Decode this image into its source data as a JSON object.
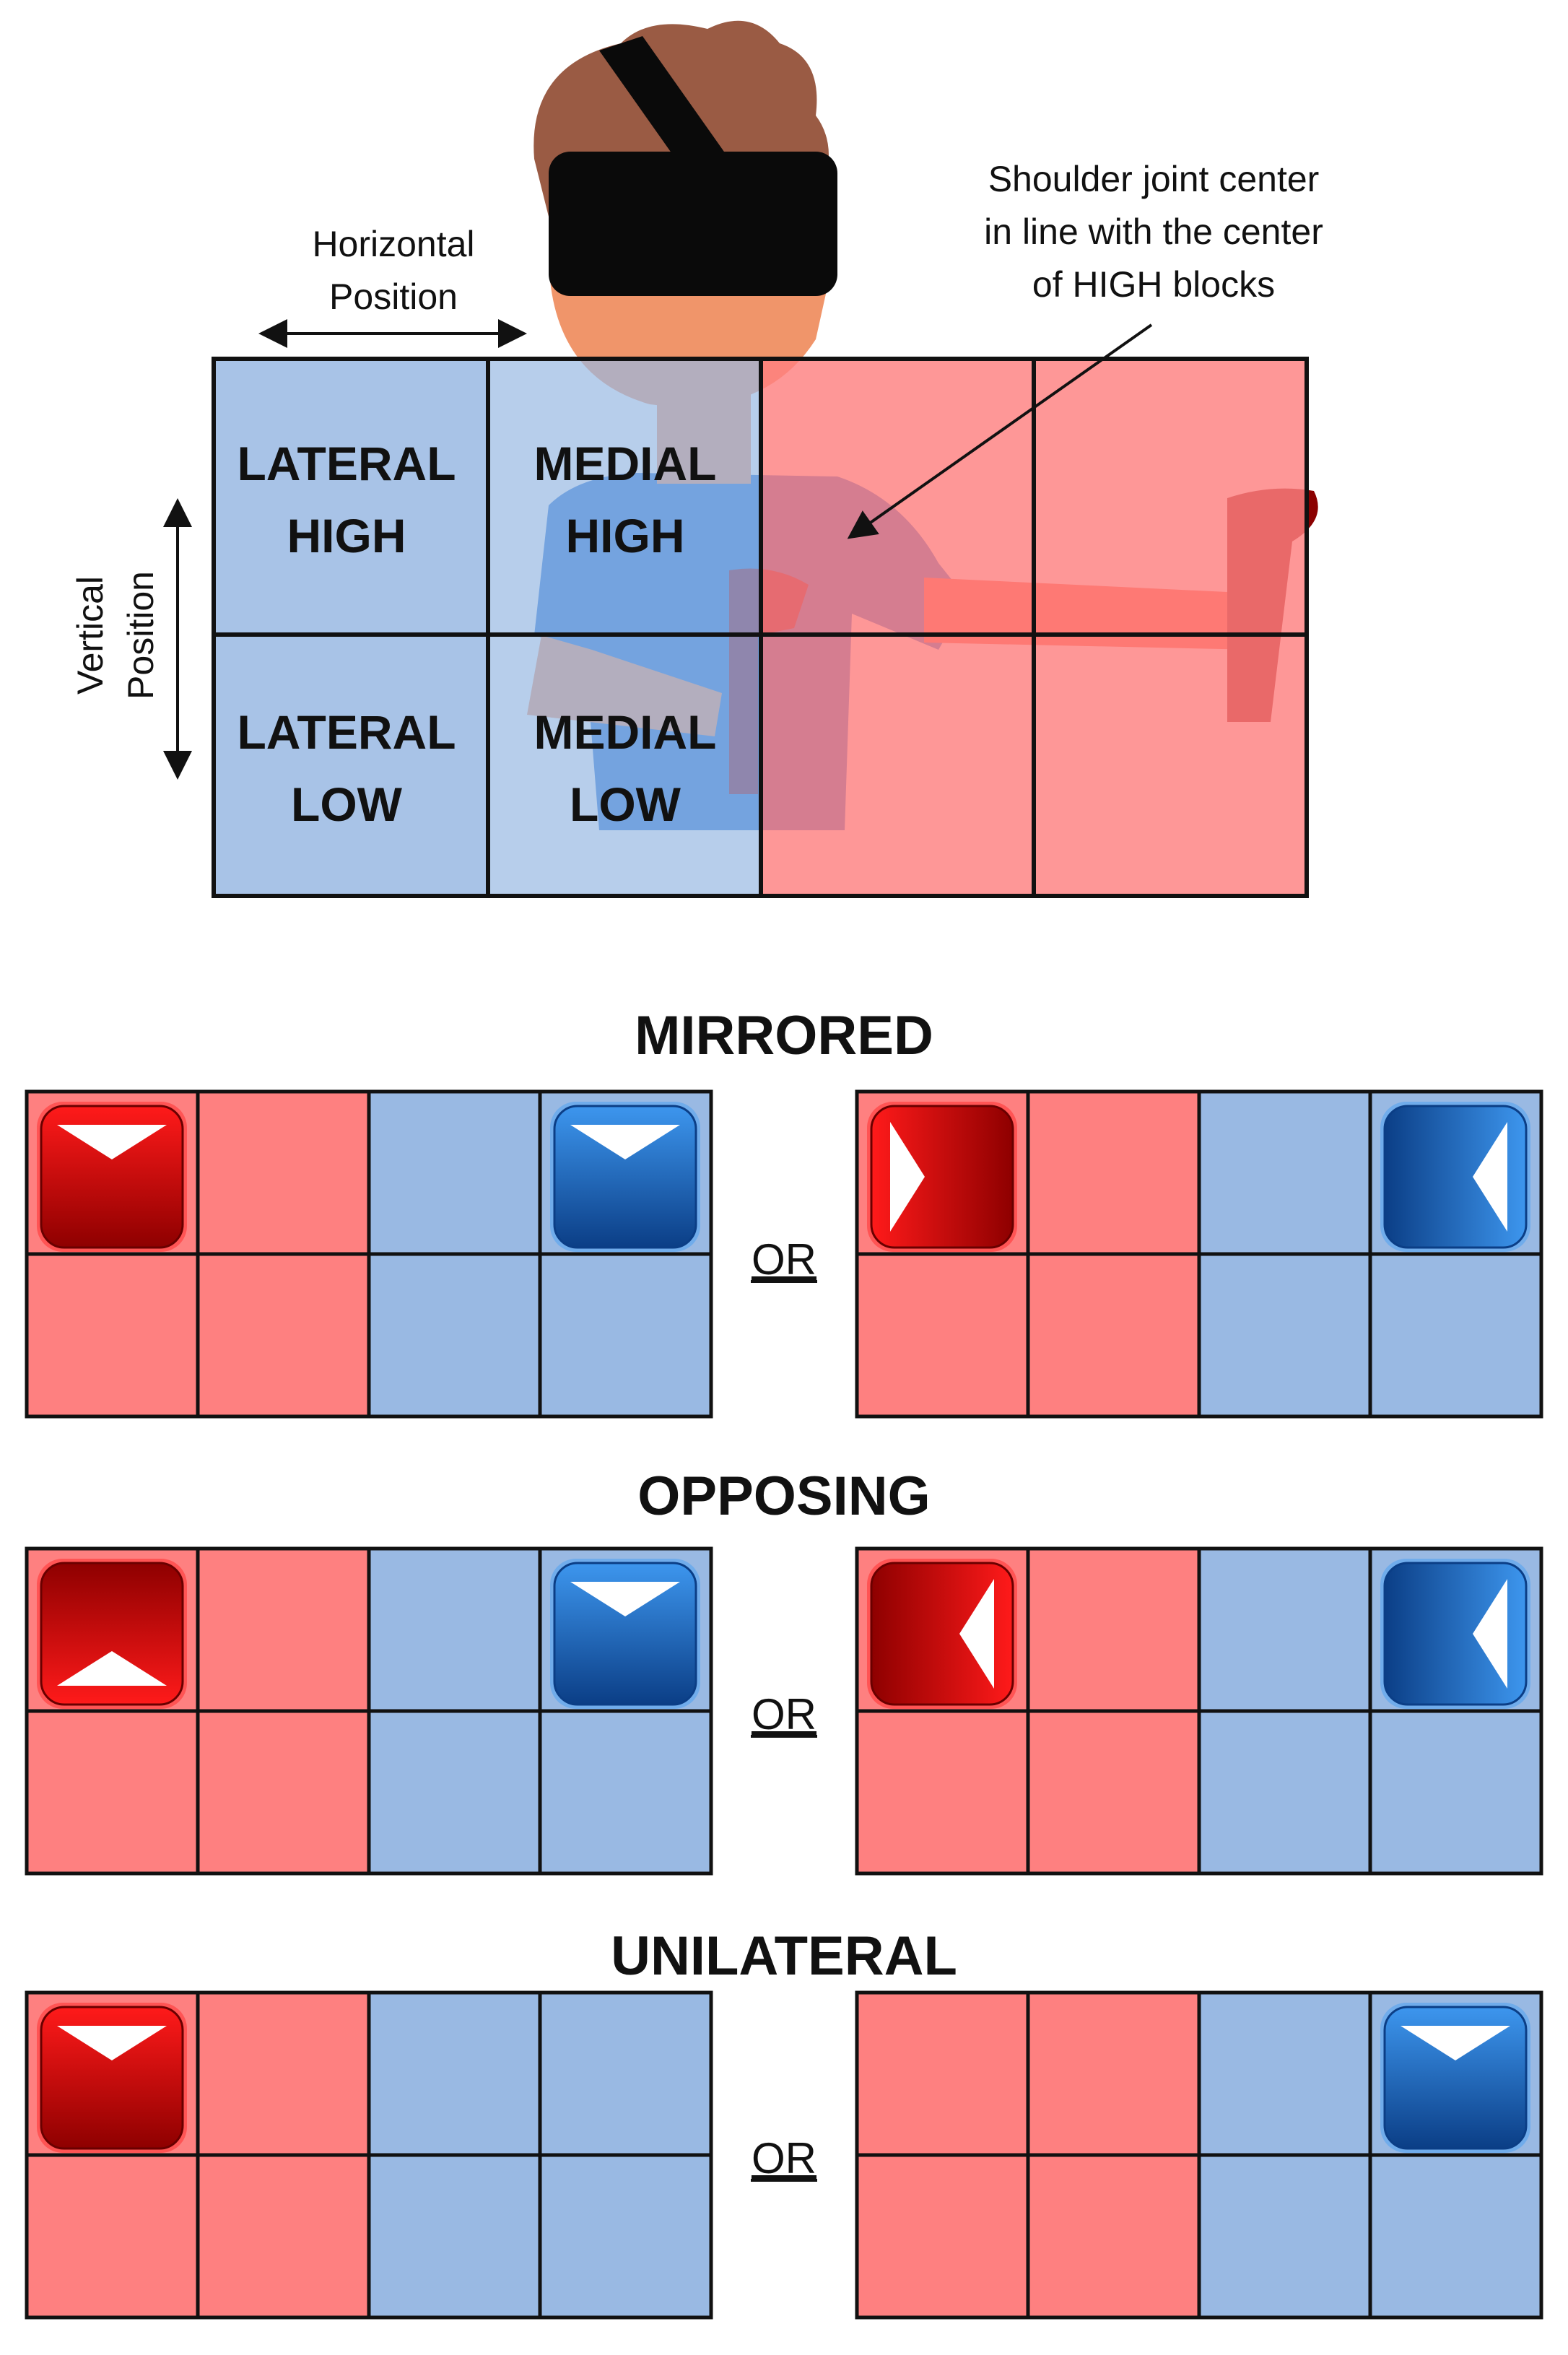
{
  "colors": {
    "blue_cell": "#99b9e3",
    "red_cell": "#fe8080",
    "grid_line": "#111111",
    "red_block": "#c00000",
    "blue_block": "#1f5fb0"
  },
  "top": {
    "horizontal_label_1": "Horizontal",
    "horizontal_label_2": "Position",
    "vertical_label_1": "Vertical",
    "vertical_label_2": "Position",
    "annotation_1": "Shoulder joint center",
    "annotation_2": "in line with the center",
    "annotation_3": "of HIGH blocks",
    "cells": {
      "lateral_high_1": "LATERAL",
      "lateral_high_2": "HIGH",
      "medial_high_1": "MEDIAL",
      "medial_high_2": "HIGH",
      "lateral_low_1": "LATERAL",
      "lateral_low_2": "LOW",
      "medial_low_1": "MEDIAL",
      "medial_low_2": "LOW"
    }
  },
  "sections": [
    {
      "title": "MIRRORED",
      "or_label": "OR",
      "left_panel": {
        "blocks": [
          {
            "color": "red",
            "arrow": "down",
            "col": 0
          },
          {
            "color": "blue",
            "arrow": "down",
            "col": 3
          }
        ]
      },
      "right_panel": {
        "blocks": [
          {
            "color": "red",
            "arrow": "right",
            "col": 0
          },
          {
            "color": "blue",
            "arrow": "left",
            "col": 3
          }
        ]
      }
    },
    {
      "title": "OPPOSING",
      "or_label": "OR",
      "left_panel": {
        "blocks": [
          {
            "color": "red",
            "arrow": "up",
            "col": 0
          },
          {
            "color": "blue",
            "arrow": "down",
            "col": 3
          }
        ]
      },
      "right_panel": {
        "blocks": [
          {
            "color": "red",
            "arrow": "left",
            "col": 0
          },
          {
            "color": "blue",
            "arrow": "left",
            "col": 3
          }
        ]
      }
    },
    {
      "title": "UNILATERAL",
      "or_label": "OR",
      "left_panel": {
        "blocks": [
          {
            "color": "red",
            "arrow": "down",
            "col": 0
          }
        ]
      },
      "right_panel": {
        "blocks": [
          {
            "color": "blue",
            "arrow": "down",
            "col": 3
          }
        ]
      }
    }
  ]
}
